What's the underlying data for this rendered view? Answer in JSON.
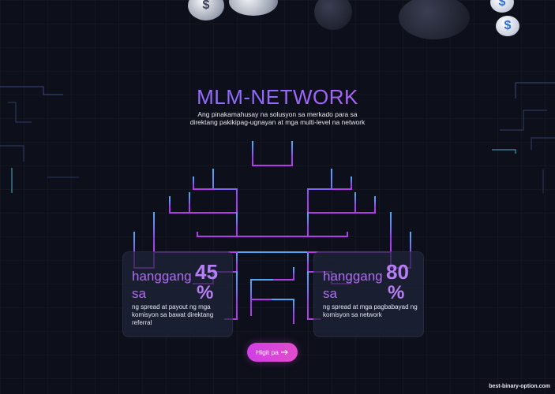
{
  "hero": {
    "title": "MLM-NETWORK",
    "subtitle": "Ang pinakamahusay na solusyon sa merkado para sa direktang pakikipag-ugnayan at mga multi-level na network"
  },
  "cards": [
    {
      "label_line1": "hanggang",
      "label_line2": "sa",
      "percent_value": "45",
      "percent_sign": "%",
      "description": "ng spread at payout ng mga komisyon sa bawat direktang referral"
    },
    {
      "label_line1": "hanggang",
      "label_line2": "sa",
      "percent_value": "80",
      "percent_sign": "%",
      "description": "ng spread at mga pagbabayad ng komisyon sa network"
    }
  ],
  "cta": {
    "label": "Higit pa",
    "icon": "arrow-right-icon"
  },
  "watermark": "best-binary-option.com",
  "colors": {
    "background": "#0d0f1a",
    "accent_purple": "#b06bf2",
    "accent_pink": "#e24ccc",
    "line_blue": "#4a9df0",
    "line_purple": "#9b3ff0"
  }
}
